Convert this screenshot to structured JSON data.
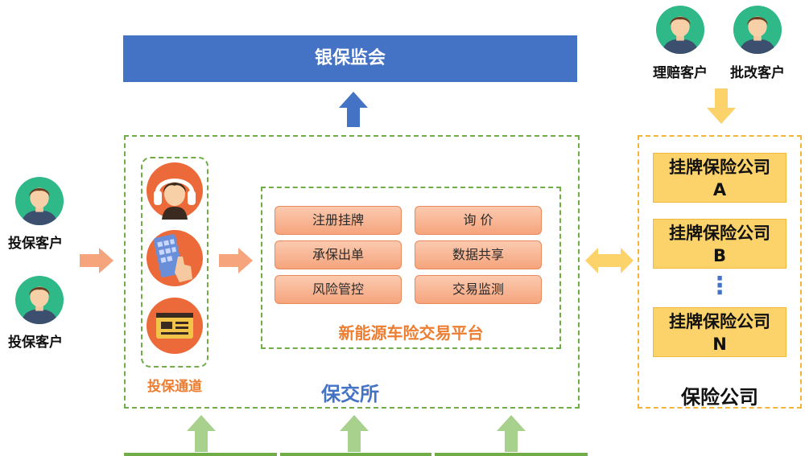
{
  "regulator": {
    "label": "银保监会"
  },
  "clients": {
    "left_top": "投保客户",
    "left_bottom": "投保客户",
    "claim": "理赔客户",
    "endorse": "批改客户"
  },
  "channel": {
    "label": "投保通道"
  },
  "platform": {
    "label": "新能源车险交易平台",
    "functions": [
      "注册挂牌",
      "询 价",
      "承保出单",
      "数据共享",
      "风险管控",
      "交易监测"
    ]
  },
  "exchange": {
    "label": "保交所"
  },
  "insurers": {
    "label": "保险公司",
    "ellipsis": "⋮",
    "companies": [
      {
        "name": "挂牌保险公司",
        "id": "A"
      },
      {
        "name": "挂牌保险公司",
        "id": "B"
      },
      {
        "name": "挂牌保险公司",
        "id": "N"
      }
    ]
  },
  "colors": {
    "regulator_blue": "#4472c4",
    "exchange_green": "#70ad47",
    "insurer_gold": "#f3b43a",
    "arrow_orange": "#f5a47c",
    "accent_orange": "#ed7d31"
  },
  "icons": {
    "person": "person-avatar-icon",
    "headset": "customer-service-headset-icon",
    "phone": "mobile-phone-touch-icon",
    "window": "web-window-icon"
  }
}
